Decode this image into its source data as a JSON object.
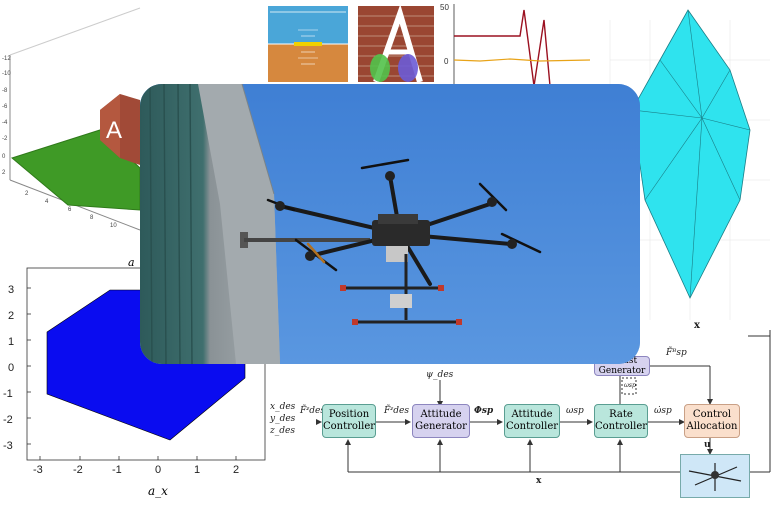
{
  "scene_3d": {
    "wall_letter": "A"
  },
  "hud": {
    "note": "attitude indicator panel"
  },
  "brick_wall": {
    "letter": "A"
  },
  "timeseries": {
    "ytick_top": "50",
    "ytick_mid": "0"
  },
  "polytope": {
    "axis_label": "x"
  },
  "hexagon_plot": {
    "ylabels": [
      "3",
      "2",
      "1",
      "0",
      "-1",
      "-2",
      "-3"
    ],
    "xlabels": [
      "-3",
      "-2",
      "-1",
      "0",
      "1",
      "2"
    ],
    "xaxis_label": "a_x",
    "ylabel_partial": "a"
  },
  "block_diagram": {
    "inputs": [
      "x_des",
      "y_des",
      "z_des"
    ],
    "psi_label": "ψ_des",
    "blocks": {
      "position": "Position\nController",
      "attitude_gen": "Attitude\nGenerator",
      "attitude_ctrl": "Attitude\nController",
      "rate_ctrl": "Rate\nController",
      "alloc": "Control\nAllocation",
      "thrust_gen": "Thrust\nGenerator"
    },
    "signals": {
      "f_des_z": "F̃ᶻdes",
      "f_des_z2": "F̃ᶻdes",
      "phi_sp": "Φsp",
      "omega_sp": "ωsp",
      "omega_dot_sp": "ω̇sp",
      "f_sp_b": "F̃ᴮsp",
      "u": "u",
      "x": "x",
      "x2": "x",
      "omega_sp2": "ωsp"
    }
  },
  "photo": {
    "subject": "hexacopter drone with contact arm near building wall"
  }
}
